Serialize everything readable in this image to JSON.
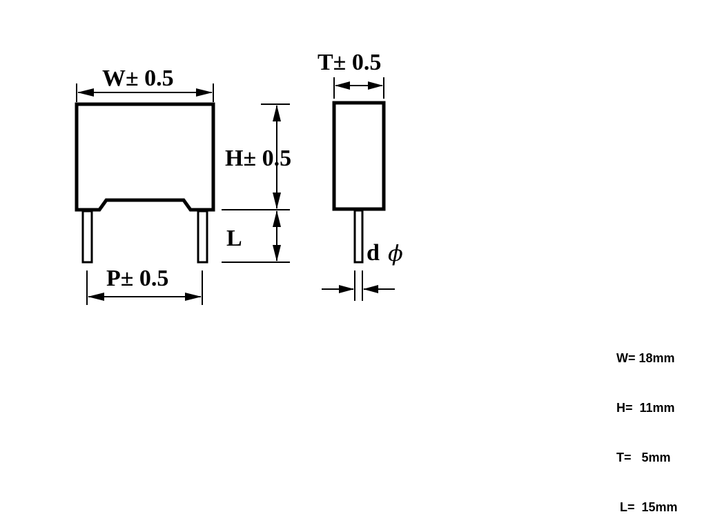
{
  "labels": {
    "width": "W± 0.5",
    "thickness": "T± 0.5",
    "height": "H± 0.5",
    "lead_length": "L",
    "pitch": "P± 0.5",
    "lead_diameter": "d",
    "phi_symbol": "ϕ"
  },
  "specs": [
    "W= 18mm",
    "H=  11mm",
    "T=   5mm",
    " L=  15mm"
  ]
}
